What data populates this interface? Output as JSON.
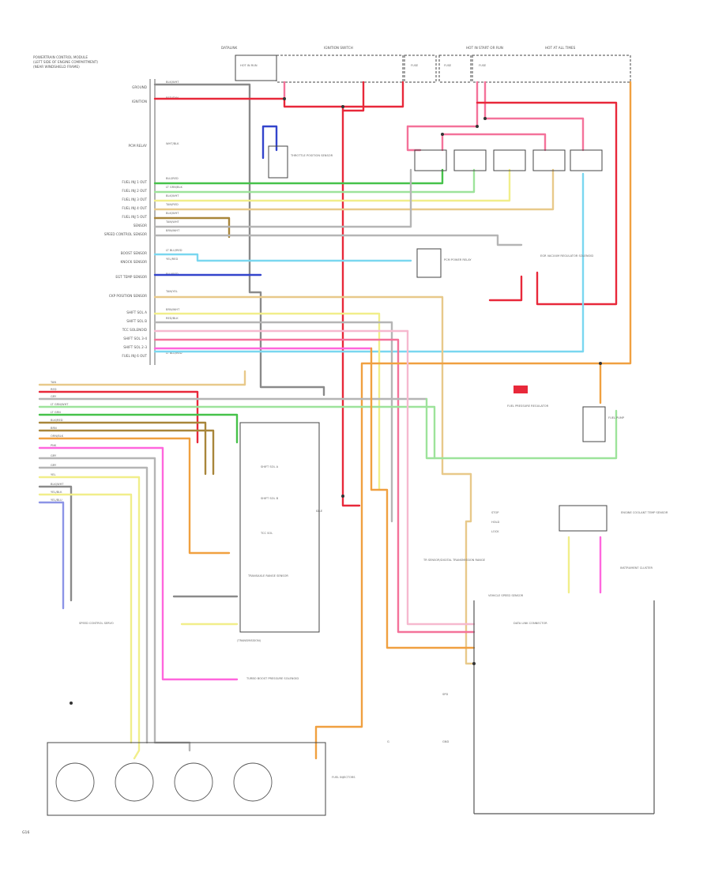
{
  "diagram": {
    "page_code": "G16",
    "pcm": {
      "title_line1": "POWERTRAIN CONTROL MODULE",
      "title_line2": "(LEFT SIDE OF ENGINE COMPARTMENT)",
      "title_line3": "(NEAR WINDSHIELD FRAME)",
      "pin_labels": [
        "GROUND",
        "IGNITION",
        "PCM RELAY",
        "FUEL INJ 1 OUT",
        "FUEL INJ 2 OUT",
        "FUEL INJ 3 OUT",
        "FUEL INJ 4 OUT",
        "FUEL INJ 5 OUT",
        "SENSOR",
        "SPEED CONTROL SENSOR",
        "BOOST SENSOR",
        "KNOCK SENSOR",
        "EGT TEMP SENSOR",
        "CKP POSITION SENSOR",
        "SHIFT SOL A",
        "SHIFT SOL B",
        "TCC SOLENOID",
        "SHIFT SOL 3-4",
        "SHIFT SOL 2-3",
        "FUEL INJ 6 OUT"
      ],
      "wire_codes": [
        "BLK/WHT",
        "RED/TAN",
        "WHT/BLK",
        "BLU/RED",
        "LT GRN/BLK",
        "BLK/WHT",
        "TAN/RED",
        "BLK/WHT",
        "TAN/WHT",
        "BRN/WHT",
        "LT BLU/RED",
        "YEL/RED",
        "BLU/RED",
        "TAN/YEL",
        "BRN/WHT",
        "RED/BLK",
        "LT BLU/RED"
      ]
    },
    "top_labels": [
      "DATALINK",
      "IGNITION SWITCH",
      "HOT IN START OR RUN",
      "HOT AT ALL TIMES",
      "HOT IN RUN",
      "FUSE",
      "FUSE",
      "FUSE"
    ],
    "harness_colors": [
      "TAN",
      "RED",
      "GRY",
      "LT GRN/WHT",
      "LT GRN",
      "BLK/RED",
      "BRN",
      "ORN/BLK",
      "PNK",
      "GRY",
      "GRY",
      "YEL",
      "BLK/WHT",
      "YEL/BLK",
      "YEL/BLU"
    ],
    "components": {
      "pcm_relay": "PCM POWER RELAY",
      "tp_sensor": "THROTTLE POSITION SENSOR",
      "shift_solenoid_a": "SHIFT SOL A",
      "shift_solenoid_b": "SHIFT SOL B",
      "tcc_solenoid": "TCC SOL",
      "transaxle": "TRANSAXLE RANGE SENSOR",
      "transaxle_sub": "(TRANSMISSION)",
      "speed_sensor": "VEHICLE SPEED SENSOR",
      "tr_sensor": "TR SENSOR/DIGITAL TRANSMISSION RANGE",
      "data_link": "DATA LINK CONNECTOR",
      "fuel_injectors": "FUEL INJECTORS",
      "gnd_label": "G",
      "fuel_pressure": "FUEL PRESSURE REGULATOR",
      "egr_vacuum": "EGR VACUUM REGULATOR SOLENOID",
      "fuel_pump": "FUEL PUMP",
      "instrument": "INSTRUMENT CLUSTER",
      "turbo": "TURBO BOOST PRESSURE SOLENOID",
      "ect_sensor": "ENGINE COOLANT TEMP SENSOR",
      "speed_ctrl": "SPEED CONTROL SERVO"
    },
    "small_labels": [
      "IDLE",
      "STOP",
      "HOLD",
      "LOCK",
      "SPD",
      "GND"
    ],
    "colors": {
      "pink": "#f4729a",
      "red": "#e8283a",
      "green": "#46c24a",
      "lgreen": "#9de39b",
      "blue": "#3344cc",
      "lblue": "#7ad7f0",
      "yellow": "#f1ee8a",
      "tan": "#e8c98a",
      "brown": "#a8863a",
      "orange": "#f0a040",
      "gray": "#b5b5b5",
      "dgray": "#555555",
      "magenta": "#ff66dd",
      "lpink": "#f6b9cf"
    }
  }
}
